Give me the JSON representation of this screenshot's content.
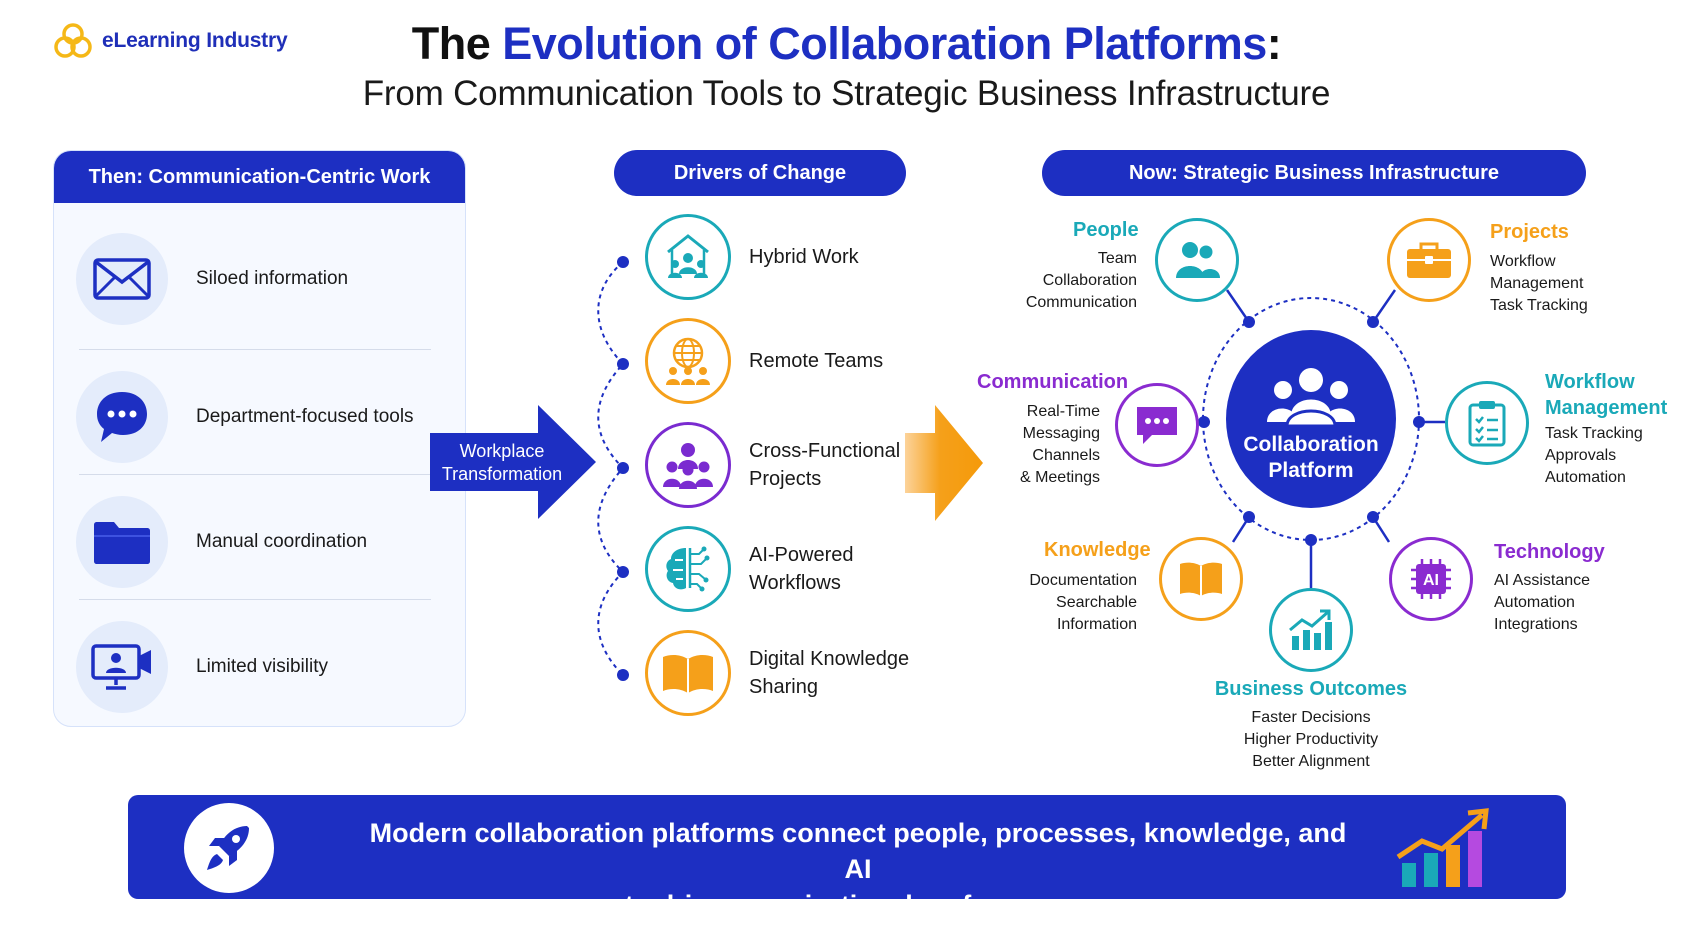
{
  "brand": {
    "name": "eLearning Industry"
  },
  "title": {
    "part_dark": "The ",
    "part_highlight": "Evolution of Collaboration Platforms",
    "part_end": ":",
    "subtitle": "From Communication Tools to Strategic Business Infrastructure"
  },
  "then_panel": {
    "header": "Then: Communication-Centric Work",
    "items": [
      {
        "label": "Siloed information",
        "icon": "envelope-icon"
      },
      {
        "label": "Department-focused tools",
        "icon": "chat-bubble-icon"
      },
      {
        "label": "Manual coordination",
        "icon": "folder-icon"
      },
      {
        "label": "Limited visibility",
        "icon": "video-monitor-icon"
      }
    ]
  },
  "transition": {
    "line1": "Workplace",
    "line2": "Transformation"
  },
  "drivers": {
    "header": "Drivers of Change",
    "items": [
      {
        "line1": "Hybrid Work",
        "line2": "",
        "icon": "home-people-icon",
        "color": "#1aa9b8"
      },
      {
        "line1": "Remote Teams",
        "line2": "",
        "icon": "globe-people-icon",
        "color": "#f5a01a"
      },
      {
        "line1": "Cross-Functional",
        "line2": "Projects",
        "icon": "team-icon",
        "color": "#7a2bd0"
      },
      {
        "line1": "AI-Powered",
        "line2": "Workflows",
        "icon": "brain-circuit-icon",
        "color": "#1aa9b8"
      },
      {
        "line1": "Digital Knowledge",
        "line2": "Sharing",
        "icon": "book-icon",
        "color": "#f5a01a"
      }
    ]
  },
  "now": {
    "header": "Now: Strategic Business Infrastructure",
    "hub": {
      "line1": "Collaboration",
      "line2": "Platform"
    },
    "categories": {
      "people": {
        "title": "People",
        "lines": [
          "Team",
          "Collaboration",
          "Communication"
        ],
        "color": "#1aa9b8"
      },
      "projects": {
        "title": "Projects",
        "lines": [
          "Workflow",
          "Management",
          "Task Tracking"
        ],
        "color": "#f5a01a"
      },
      "communication": {
        "title": "Communication",
        "lines": [
          "Real-Time",
          "Messaging",
          "Channels",
          "& Meetings"
        ],
        "color": "#8a2bd0"
      },
      "workflow": {
        "title_line1": "Workflow",
        "title_line2": "Management",
        "lines": [
          "Task Tracking",
          "Approvals",
          "Automation"
        ],
        "color": "#1aa9b8"
      },
      "knowledge": {
        "title": "Knowledge",
        "lines": [
          "Documentation",
          "Searchable",
          "Information"
        ],
        "color": "#f5a01a"
      },
      "technology": {
        "title": "Technology",
        "lines": [
          "AI Assistance",
          "Automation",
          "Integrations"
        ],
        "color": "#8a2bd0",
        "chip_text": "AI"
      },
      "outcomes": {
        "title": "Business Outcomes",
        "lines": [
          "Faster Decisions",
          "Higher Productivity",
          "Better Alignment"
        ],
        "color": "#1aa9b8"
      }
    }
  },
  "banner": {
    "line1": "Modern collaboration platforms connect people, processes, knowledge, and AI",
    "line2": "to drive organizational performance."
  },
  "colors": {
    "primary": "#1d2fc2",
    "teal": "#1aa9b8",
    "orange": "#f5a01a",
    "purple": "#8a2bd0"
  }
}
